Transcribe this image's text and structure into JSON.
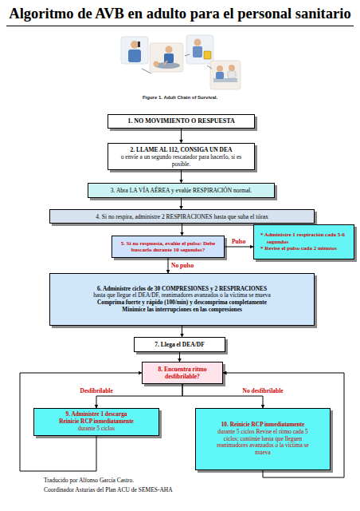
{
  "diagram": {
    "title": "Algoritmo de AVB en adulto para el personal sanitario",
    "caption": "Figure 1. Adult Chain of Survival.",
    "nodes": [
      {
        "text": [
          "1. NO MOVIMIENTO O RESPUESTA"
        ]
      },
      {
        "text": [
          "2. LLAME AL 112, CONSIGA UN DEA",
          "o envíe a un segundo rescatador para hacerlo, si es posible."
        ]
      },
      {
        "text": [
          "3. Abra LA VÍA AÉREA y evalúe RESPIRACIÓN normal."
        ]
      },
      {
        "text": [
          "4. Si no respira, administre 2 RESPIRACIONES hasta que suba el tórax"
        ]
      },
      {
        "text": [
          "5. Si no respuesta, evalúe el pulso: Debe buscarlo durante 10 segundos?"
        ]
      },
      {
        "text": [
          "* Administre 1 respiración cada 5-6 segundos",
          "* Revise el pulso cada 2 minutos"
        ]
      },
      {
        "text": [
          "6. Administre ciclos de 30 COMPRESIONES y 2 RESPIRACIONES",
          "hasta que llegue el DEA/DF, reanimadores avanzados o la víctima se mueva",
          "Comprima fuerte y rápido (100/min) y descomprima completamente",
          "Minimice las interrupciones en las compresiones"
        ]
      },
      {
        "text": [
          "7. Llega el DEA/DF"
        ]
      },
      {
        "text": [
          "8. Encuentra ritmo desfibrilable?"
        ]
      },
      {
        "text": [
          "9. Administre 1 descarga",
          "Reinicie RCP inmediatamente",
          "durante 5 ciclos"
        ]
      },
      {
        "text": [
          "10. Reinicie RCP inmediatamente",
          "durante 5 ciclos Revise el ritmo cada 5 ciclos; continúe hasta que lleguen reanimadores avanzados o la víctima se mueva"
        ]
      }
    ],
    "edges": [
      {
        "from": 0,
        "to": 1,
        "arrow": "to"
      },
      {
        "from": 1,
        "to": 2,
        "arrow": "to"
      },
      {
        "from": 2,
        "to": 3,
        "arrow": "to"
      },
      {
        "from": 3,
        "to": 4,
        "arrow": "to"
      },
      {
        "from": 4,
        "to": 5,
        "label": "Pulso",
        "arrow": "to"
      },
      {
        "from": 4,
        "to": 6,
        "label": "No pulso",
        "arrow": "to"
      },
      {
        "from": 6,
        "to": 7,
        "arrow": "to"
      },
      {
        "from": 7,
        "to": 8,
        "arrow": "to"
      },
      {
        "from": 8,
        "to": 9,
        "label": "Desfibrilable",
        "arrow": "to"
      },
      {
        "from": 8,
        "to": 10,
        "label": "No desfibrilable",
        "arrow": "to"
      },
      {
        "from": 9,
        "to": 8,
        "arrow": "to"
      },
      {
        "from": 10,
        "to": 8,
        "arrow": "to"
      }
    ],
    "labels": [
      "Traducido por Alfonso García Castro.",
      "Coordinador Asturias del Plan ACU de SEMES-AHA"
    ]
  }
}
